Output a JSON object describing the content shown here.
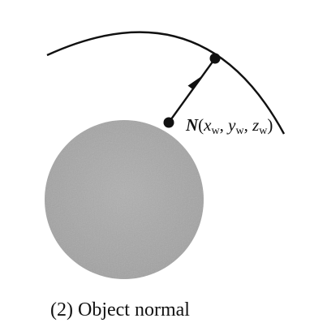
{
  "figure": {
    "normal_label": {
      "symbol": "N",
      "open": "(",
      "x": "x",
      "x_sub": "w",
      "comma1": ", ",
      "y": "y",
      "y_sub": "w",
      "comma2": ", ",
      "z": "z",
      "z_sub": "w",
      "close": ")"
    },
    "caption": "(2) Object normal"
  },
  "colors": {
    "ink": "#111111",
    "sphere_fill": "#a9a9a9"
  }
}
